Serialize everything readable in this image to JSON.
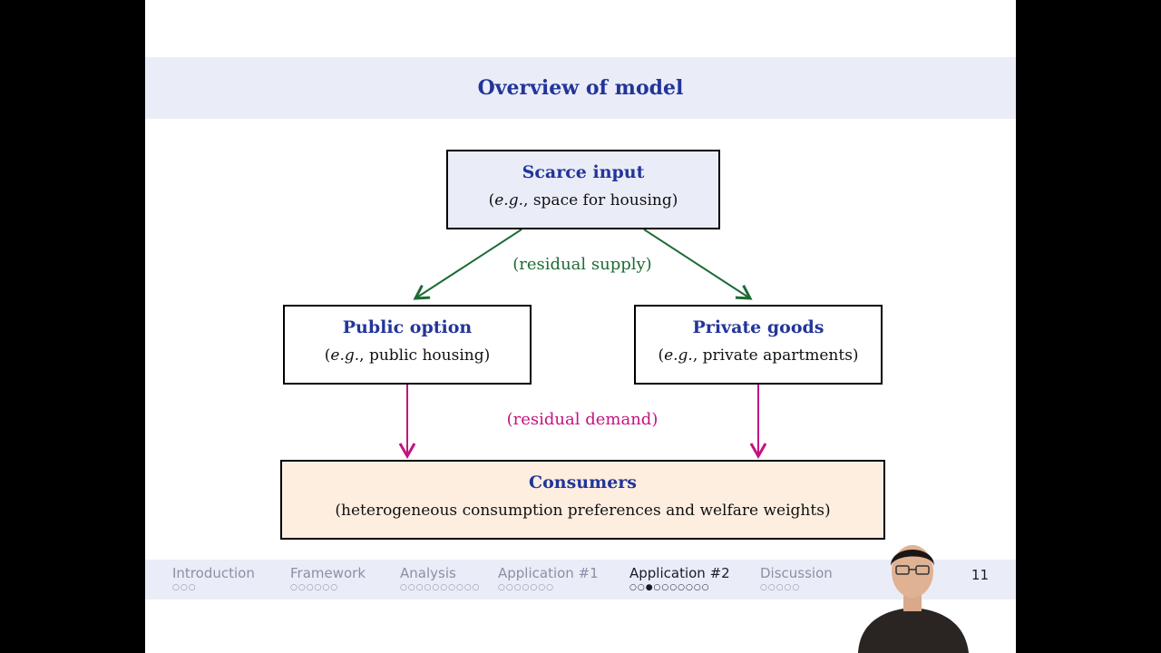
{
  "title": "Overview of model",
  "boxes": {
    "scarce": {
      "head": "Scarce input",
      "eg": "e.g.",
      "rest": ", space for housing)"
    },
    "public": {
      "head": "Public option",
      "eg": "e.g.",
      "rest": ", public housing)"
    },
    "private": {
      "head": "Private goods",
      "eg": "e.g.",
      "rest": ", private apartments)"
    },
    "consumers": {
      "head": "Consumers",
      "sub": "(heterogeneous consumption preferences and welfare weights)"
    }
  },
  "labels": {
    "supply": "(residual supply)",
    "demand": "(residual demand)"
  },
  "navigation": [
    {
      "label": "Introduction",
      "dots": "○○○"
    },
    {
      "label": "Framework",
      "dots": "○○○○○○"
    },
    {
      "label": "Analysis",
      "dots": "○○○○○○○○○○"
    },
    {
      "label": "Application #1",
      "dots": "○○○○○○○"
    },
    {
      "label": "Application #2",
      "dots": "○○●○○○○○○○"
    },
    {
      "label": "Discussion",
      "dots": "○○○○○"
    }
  ],
  "page_number": "11",
  "colors": {
    "title": "#23359a",
    "supply_arrow": "#1e6a35",
    "demand_arrow": "#c3137f",
    "consumer_box": "#fdeee0",
    "header_band": "#eaedf8"
  }
}
